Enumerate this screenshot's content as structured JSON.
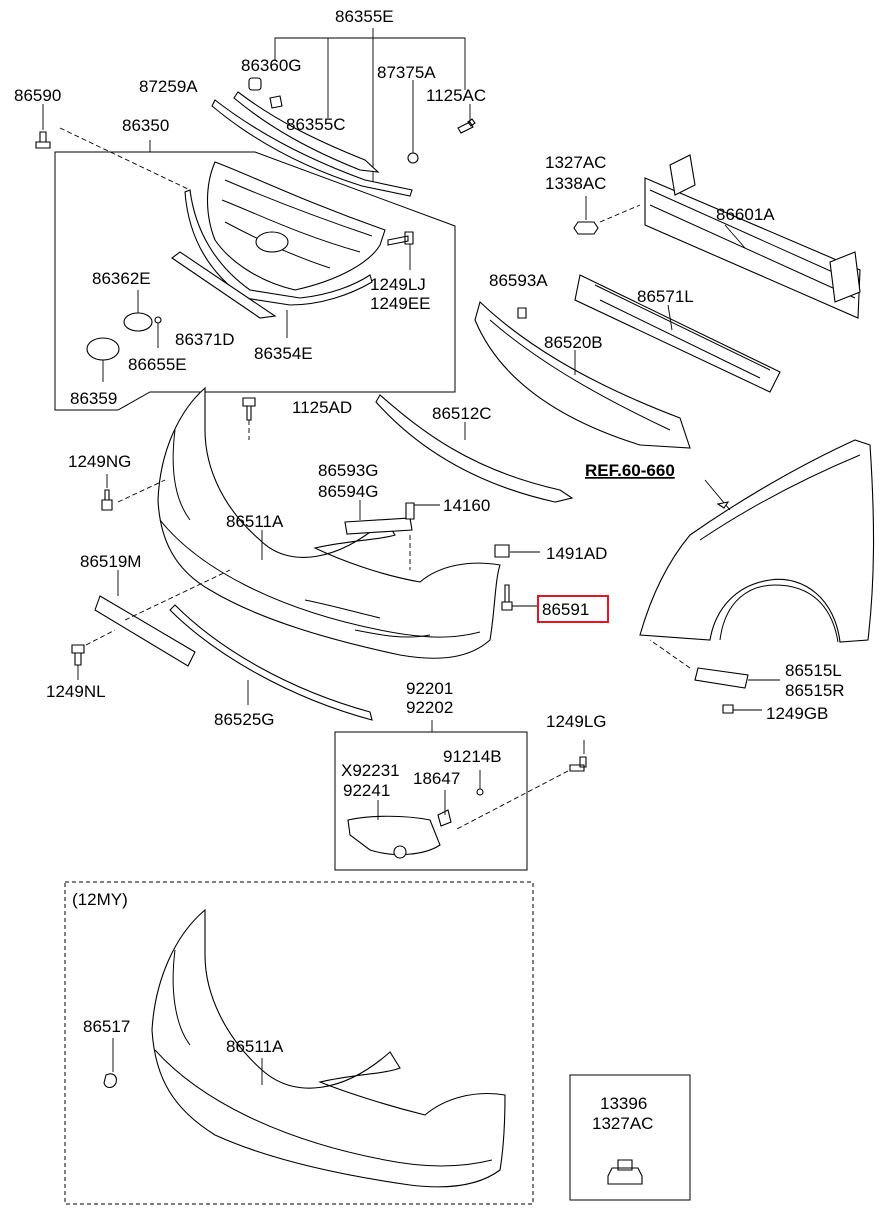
{
  "labels": {
    "p86355E": "86355E",
    "p86360G": "86360G",
    "p87259A": "87259A",
    "p87375A": "87375A",
    "p1125AC": "1125AC",
    "p86590": "86590",
    "p86350": "86350",
    "p86355C": "86355C",
    "p1327AC": "1327AC",
    "p1338AC": "1338AC",
    "p86601A": "86601A",
    "p86362E": "86362E",
    "p1249LJ": "1249LJ",
    "p1249EE": "1249EE",
    "p86593A": "86593A",
    "p86571L": "86571L",
    "p86371D": "86371D",
    "p86655E": "86655E",
    "p86354E": "86354E",
    "p86520B": "86520B",
    "p86359": "86359",
    "p1125AD": "1125AD",
    "p86512C": "86512C",
    "p1249NG": "1249NG",
    "ref": "REF.60-660",
    "p86593G": "86593G",
    "p86594G": "86594G",
    "p14160": "14160",
    "p86511A": "86511A",
    "p1491AD": "1491AD",
    "p86519M": "86519M",
    "p86591": "86591",
    "p1249NL": "1249NL",
    "p86515L": "86515L",
    "p86515R": "86515R",
    "p1249GB": "1249GB",
    "p86525G": "86525G",
    "p92201": "92201",
    "p92202": "92202",
    "p1249LG": "1249LG",
    "pX92231": "X92231",
    "p92241": "92241",
    "p18647": "18647",
    "p91214B": "91214B",
    "my12": "(12MY)",
    "p86517": "86517",
    "p86511A_12": "86511A",
    "p13396": "13396",
    "p1327AC_b": "1327AC"
  },
  "highlight": {
    "part": "86591",
    "color": "#e8141e"
  }
}
